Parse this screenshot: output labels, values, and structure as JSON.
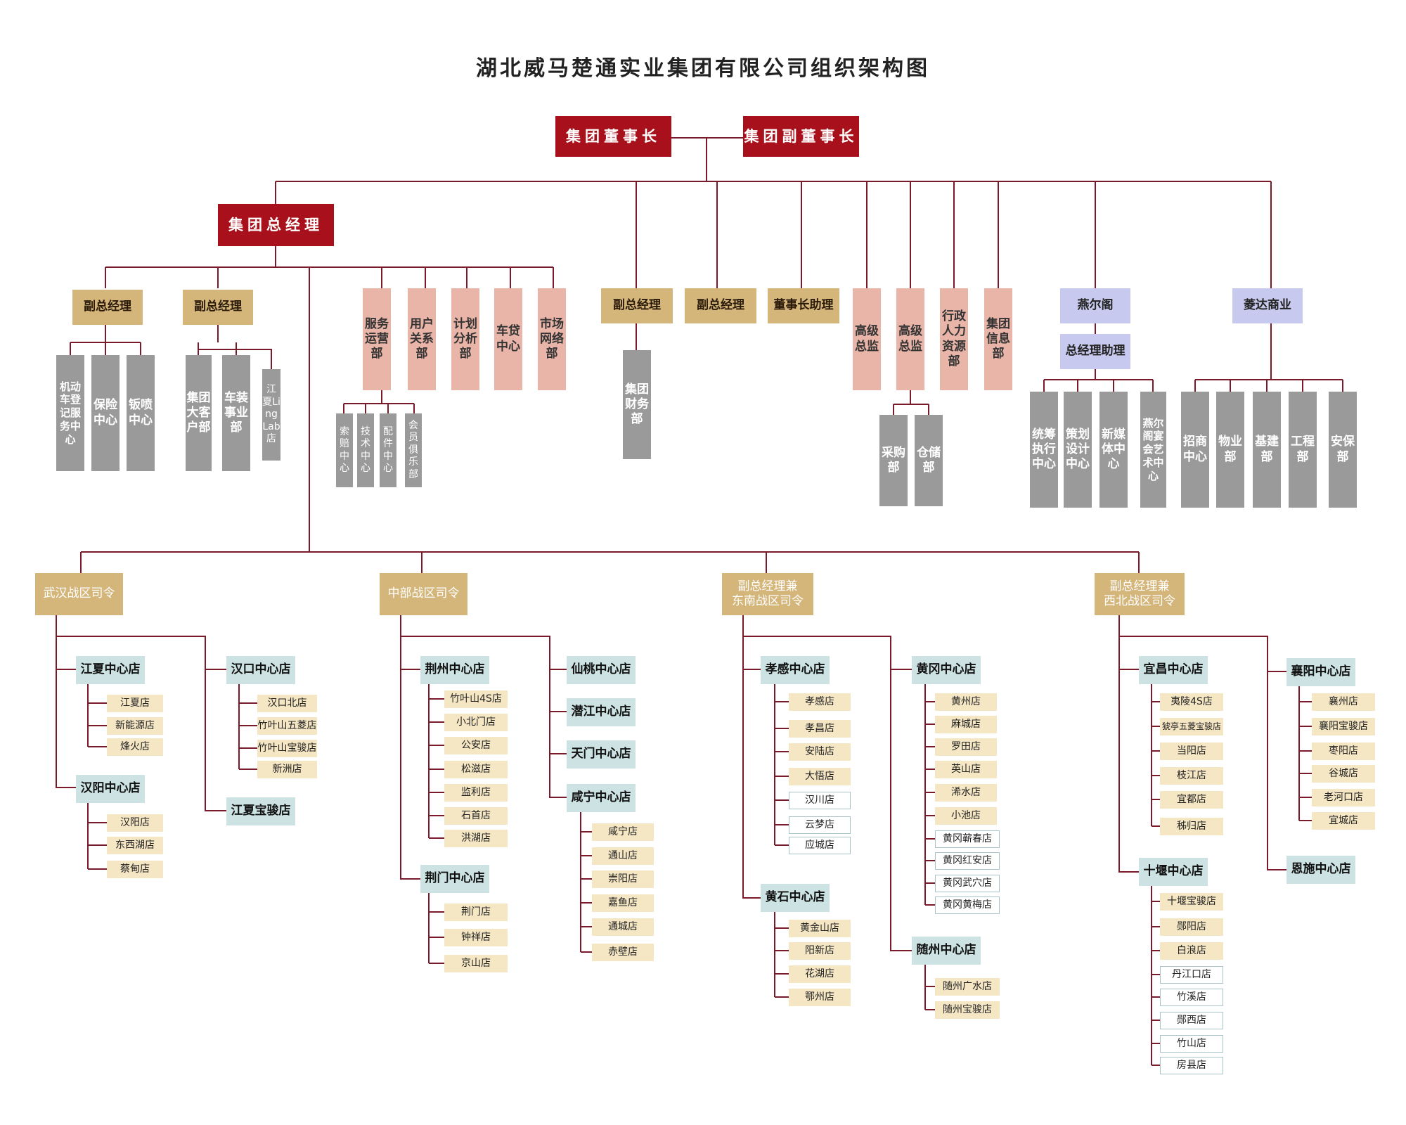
{
  "title": "湖北威马楚通实业集团有限公司组织架构图",
  "colors": {
    "line": "#7a1a2a",
    "red": "#a8111b",
    "gold": "#d4b57a",
    "salmon": "#e8b5a8",
    "lavender": "#c7c9ee",
    "grey": "#9a9a9a",
    "teal": "#cde3e3",
    "cream": "#f5e6c4"
  },
  "top": {
    "chairman": "集团董事长",
    "vice_chairman": "集团副董事长",
    "general_manager": "集团总经理"
  },
  "gm_branch": {
    "vgm1": {
      "label": "副总经理",
      "children": [
        "机动车登记服务中心",
        "保险中心",
        "钣喷中心"
      ]
    },
    "vgm2": {
      "label": "副总经理",
      "children": [
        "集团大客户部",
        "车装事业部",
        "江夏Ling Lab店"
      ]
    },
    "departments": [
      "服务运营部",
      "用户关系部",
      "计划分析部",
      "车贷中心",
      "市场网络部"
    ],
    "service_children": [
      "索赔中心",
      "技术中心",
      "配件中心",
      "会员俱乐部"
    ]
  },
  "chair_branch": {
    "vgm3": {
      "label": "副总经理",
      "children": [
        "集团财务部"
      ]
    },
    "vgm4": {
      "label": "副总经理"
    },
    "assistant": {
      "label": "董事长助理"
    },
    "director1": {
      "label": "高级总监"
    },
    "director2": {
      "label": "高级总监",
      "children": [
        "采购部",
        "仓储部"
      ]
    },
    "hr": {
      "label": "行政人力资源部"
    },
    "info": {
      "label": "集团信息部"
    },
    "yanerge": {
      "label": "燕尔阁",
      "assistant": "总经理助理",
      "children": [
        "统筹执行中心",
        "策划设计中心",
        "新媒体中心",
        "燕尔阁宴会艺术中心"
      ]
    },
    "lingda": {
      "label": "菱达商业",
      "children": [
        "招商中心",
        "物业部",
        "基建部",
        "工程部",
        "安保部"
      ]
    }
  },
  "regions": [
    {
      "label": "武汉战区司令",
      "centers": [
        {
          "name": "江夏中心店",
          "stores": [
            "江夏店",
            "新能源店",
            "烽火店"
          ]
        },
        {
          "name": "汉阳中心店",
          "stores": [
            "汉阳店",
            "东西湖店",
            "蔡甸店"
          ]
        },
        {
          "name": "汉口中心店",
          "stores": [
            "汉口北店",
            "竹叶山五菱店",
            "竹叶山宝骏店",
            "新洲店"
          ]
        },
        {
          "name": "江夏宝骏店",
          "stores": []
        }
      ]
    },
    {
      "label": "中部战区司令",
      "centers": [
        {
          "name": "荆州中心店",
          "stores": [
            "竹叶山4S店",
            "小北门店",
            "公安店",
            "松滋店",
            "监利店",
            "石首店",
            "洪湖店"
          ]
        },
        {
          "name": "荆门中心店",
          "stores": [
            "荆门店",
            "钟祥店",
            "京山店"
          ]
        },
        {
          "name": "仙桃中心店",
          "stores": []
        },
        {
          "name": "潜江中心店",
          "stores": []
        },
        {
          "name": "天门中心店",
          "stores": []
        },
        {
          "name": "咸宁中心店",
          "stores": [
            "咸宁店",
            "通山店",
            "崇阳店",
            "嘉鱼店",
            "通城店",
            "赤壁店"
          ]
        }
      ]
    },
    {
      "label": "副总经理兼\n东南战区司令",
      "centers": [
        {
          "name": "孝感中心店",
          "stores": [
            "孝感店",
            "孝昌店",
            "安陆店",
            "大悟店",
            "汉川店",
            "云梦店",
            "应城店"
          ]
        },
        {
          "name": "黄石中心店",
          "stores": [
            "黄金山店",
            "阳新店",
            "花湖店",
            "鄂州店"
          ]
        },
        {
          "name": "黄冈中心店",
          "stores": [
            "黄州店",
            "麻城店",
            "罗田店",
            "英山店",
            "浠水店",
            "小池店",
            "黄冈蕲春店",
            "黄冈红安店",
            "黄冈武穴店",
            "黄冈黄梅店"
          ]
        },
        {
          "name": "随州中心店",
          "stores": [
            "随州广水店",
            "随州宝骏店"
          ]
        }
      ]
    },
    {
      "label": "副总经理兼\n西北战区司令",
      "centers": [
        {
          "name": "宜昌中心店",
          "stores": [
            "夷陵4S店",
            "猇亭五菱宝骏店",
            "当阳店",
            "枝江店",
            "宜都店",
            "秭归店"
          ]
        },
        {
          "name": "十堰中心店",
          "stores": [
            "十堰宝骏店",
            "郧阳店",
            "白浪店",
            "丹江口店",
            "竹溪店",
            "郧西店",
            "竹山店",
            "房县店"
          ]
        },
        {
          "name": "襄阳中心店",
          "stores": [
            "襄州店",
            "襄阳宝骏店",
            "枣阳店",
            "谷城店",
            "老河口店",
            "宜城店"
          ]
        },
        {
          "name": "恩施中心店",
          "stores": []
        }
      ]
    }
  ]
}
